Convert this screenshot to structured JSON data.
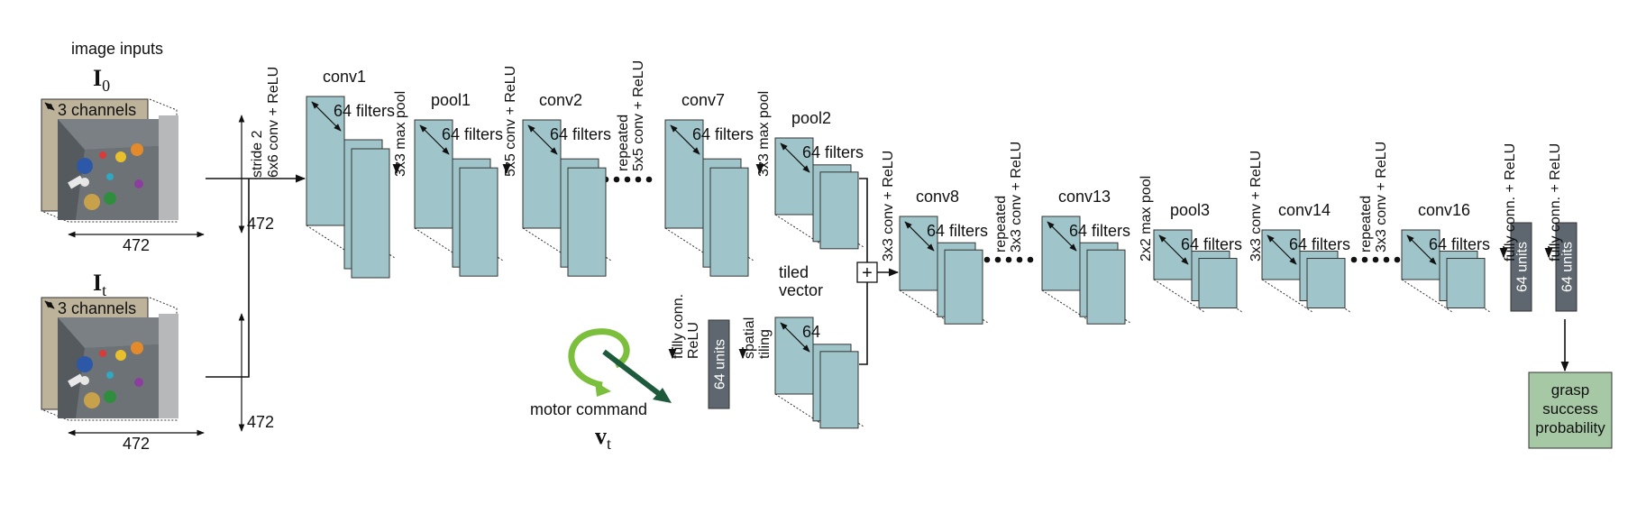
{
  "colors": {
    "layer_fill": "#9fc5ca",
    "unit_fill": "#5e6770",
    "output_fill": "#a6c8a4",
    "input_frame": "#bdb29a",
    "arrow_green": "#7cbf3c",
    "arrow_dark": "#1e5a3c"
  },
  "inputs": {
    "header": "image inputs",
    "image0": {
      "symbol": "I",
      "subscript": "0",
      "channels": "3 channels",
      "width": "472",
      "height": "472"
    },
    "imaget": {
      "symbol": "I",
      "subscript": "t",
      "channels": "3 channels",
      "width": "472",
      "height": "472"
    }
  },
  "ops": {
    "op_stride": [
      "stride 2",
      "6x6 conv + ReLU"
    ],
    "op_pool1": "3x3 max pool",
    "op_conv2": "5x5 conv + ReLU",
    "op_repeat1": [
      "repeated",
      "5x5 conv + ReLU"
    ],
    "op_pool2": "3x3 max pool",
    "op_conv8": "3x3 conv + ReLU",
    "op_repeat2": [
      "repeated",
      "3x3 conv + ReLU"
    ],
    "op_pool3": "2x2 max pool",
    "op_conv14": "3x3 conv + ReLU",
    "op_repeat3": [
      "repeated",
      "3x3 conv + ReLU"
    ],
    "op_fc1": "fully conn. + ReLU",
    "op_fc2": "fully conn. + ReLU",
    "op_motor_fc": [
      "fully conn.",
      "ReLU"
    ],
    "op_tiling": [
      "spatial",
      "tiling"
    ]
  },
  "layers": {
    "conv1": {
      "name": "conv1",
      "filters": "64 filters"
    },
    "pool1": {
      "name": "pool1",
      "filters": "64 filters"
    },
    "conv2": {
      "name": "conv2",
      "filters": "64 filters"
    },
    "conv7": {
      "name": "conv7",
      "filters": "64 filters"
    },
    "pool2": {
      "name": "pool2",
      "filters": "64 filters"
    },
    "conv8": {
      "name": "conv8",
      "filters": "64 filters"
    },
    "conv13": {
      "name": "conv13",
      "filters": "64 filters"
    },
    "pool3": {
      "name": "pool3",
      "filters": "64 filters"
    },
    "conv14": {
      "name": "conv14",
      "filters": "64 filters"
    },
    "conv16": {
      "name": "conv16",
      "filters": "64 filters"
    },
    "tiled": {
      "name": [
        "tiled",
        "vector"
      ],
      "filters": "64"
    }
  },
  "units": {
    "motor_units": "64 units",
    "fc1_units": "64 units",
    "fc2_units": "64 units"
  },
  "motor": {
    "label": "motor command",
    "symbol": "v",
    "subscript": "t"
  },
  "sum_symbol": "+",
  "output": [
    "grasp",
    "success",
    "probability"
  ]
}
